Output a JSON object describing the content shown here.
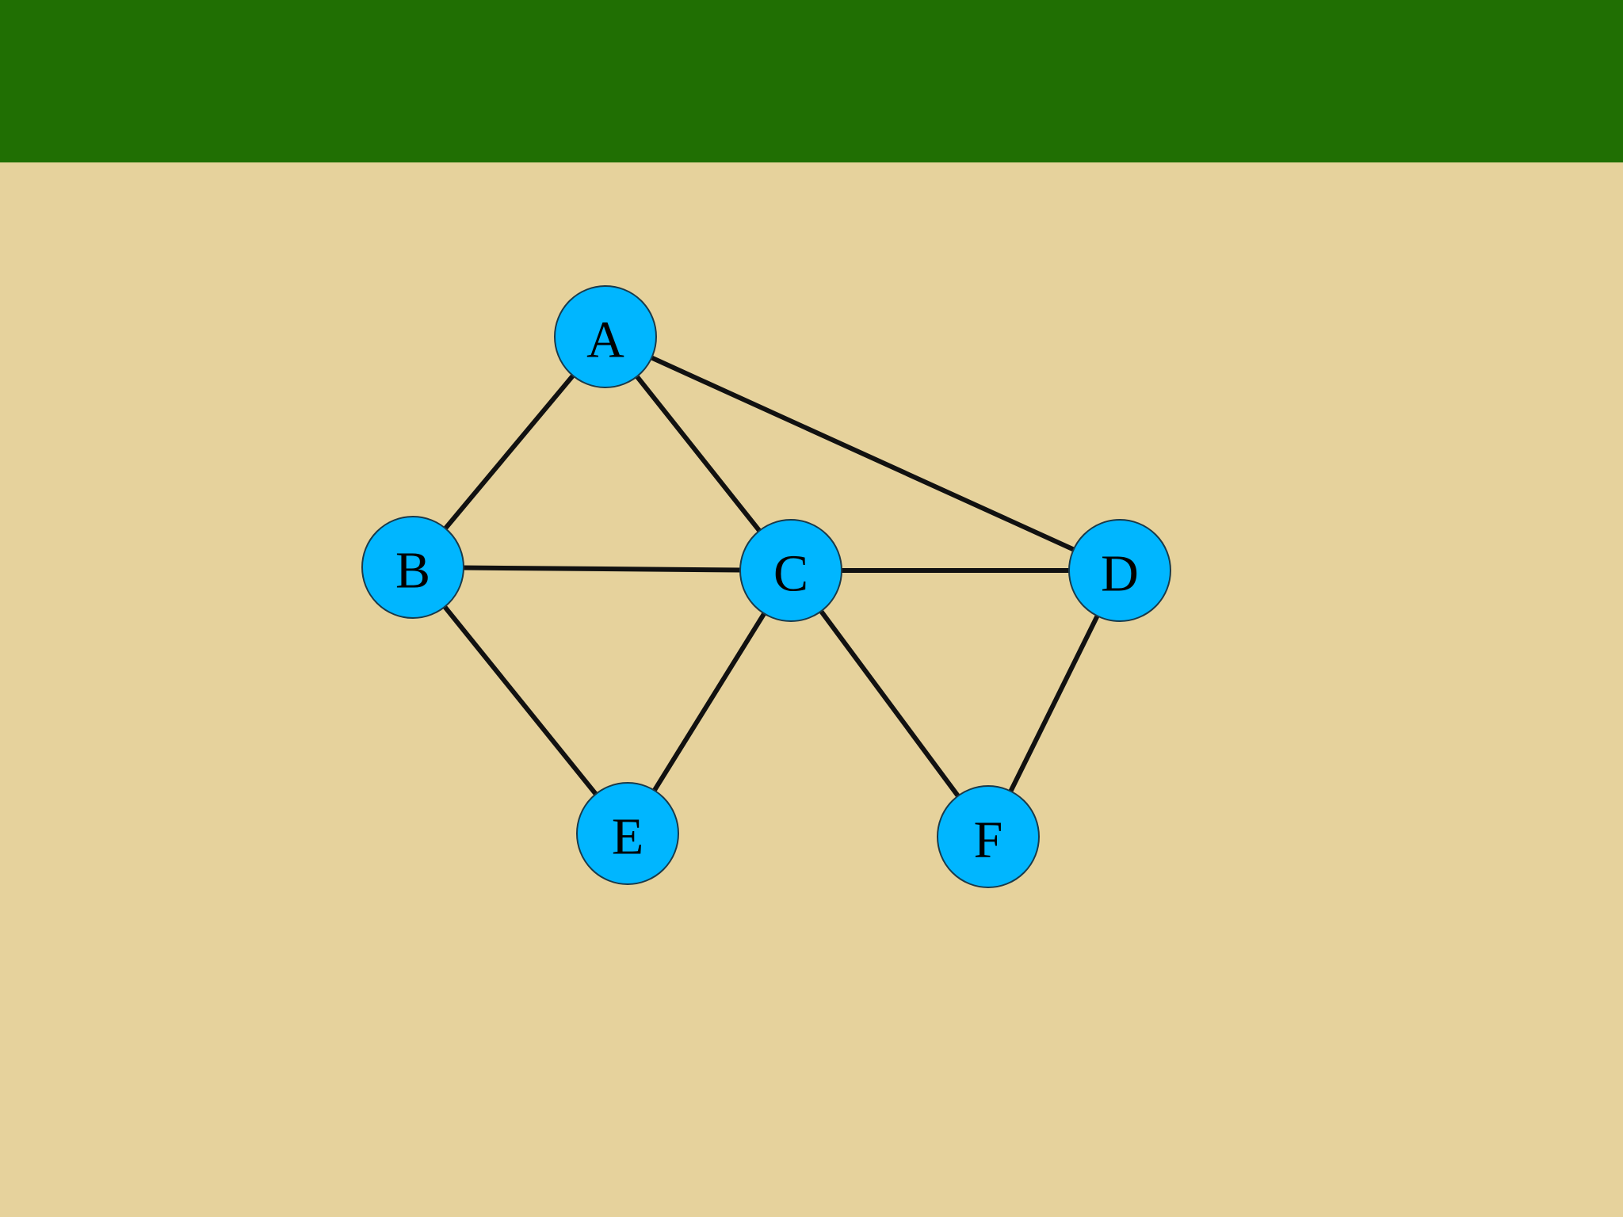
{
  "colors": {
    "header": "#206f03",
    "background": "#e6d29c",
    "node_fill": "#00b6ff",
    "edge": "#111111"
  },
  "graph": {
    "nodes": [
      {
        "id": "A",
        "label": "A"
      },
      {
        "id": "B",
        "label": "B"
      },
      {
        "id": "C",
        "label": "C"
      },
      {
        "id": "D",
        "label": "D"
      },
      {
        "id": "E",
        "label": "E"
      },
      {
        "id": "F",
        "label": "F"
      }
    ],
    "edges": [
      {
        "from": "A",
        "to": "B"
      },
      {
        "from": "A",
        "to": "C"
      },
      {
        "from": "A",
        "to": "D"
      },
      {
        "from": "B",
        "to": "C"
      },
      {
        "from": "C",
        "to": "D"
      },
      {
        "from": "B",
        "to": "E"
      },
      {
        "from": "C",
        "to": "E"
      },
      {
        "from": "C",
        "to": "F"
      },
      {
        "from": "D",
        "to": "F"
      }
    ]
  }
}
